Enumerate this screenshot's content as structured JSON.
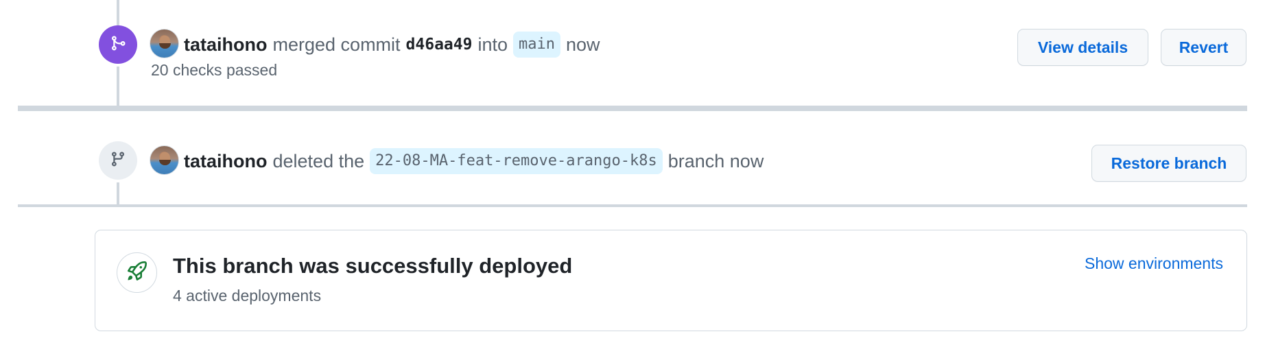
{
  "colors": {
    "merged_badge": "#8250df",
    "branch_badge": "#eaeef2",
    "link_blue": "#0969da",
    "muted_text": "#59636e",
    "branch_pill_bg": "#ddf4ff",
    "deploy_green": "#1a7f37",
    "border": "#d1d9e0"
  },
  "timeline": {
    "merge_event": {
      "icon": "git-merge-icon",
      "author": "tataihono",
      "action": "merged commit",
      "commit_sha": "d46aa49",
      "into_text": "into",
      "target_branch": "main",
      "time": "now",
      "checks_status": "20 checks passed",
      "buttons": {
        "view_details": "View details",
        "revert": "Revert"
      }
    },
    "branch_deleted_event": {
      "icon": "git-branch-icon",
      "author": "tataihono",
      "action": "deleted the",
      "branch_name": "22-08-MA-feat-remove-arango-k8s",
      "suffix": "branch now",
      "buttons": {
        "restore_branch": "Restore branch"
      }
    }
  },
  "deployment": {
    "icon": "rocket-icon",
    "title": "This branch was successfully deployed",
    "subtitle": "4 active deployments",
    "link": "Show environments"
  }
}
